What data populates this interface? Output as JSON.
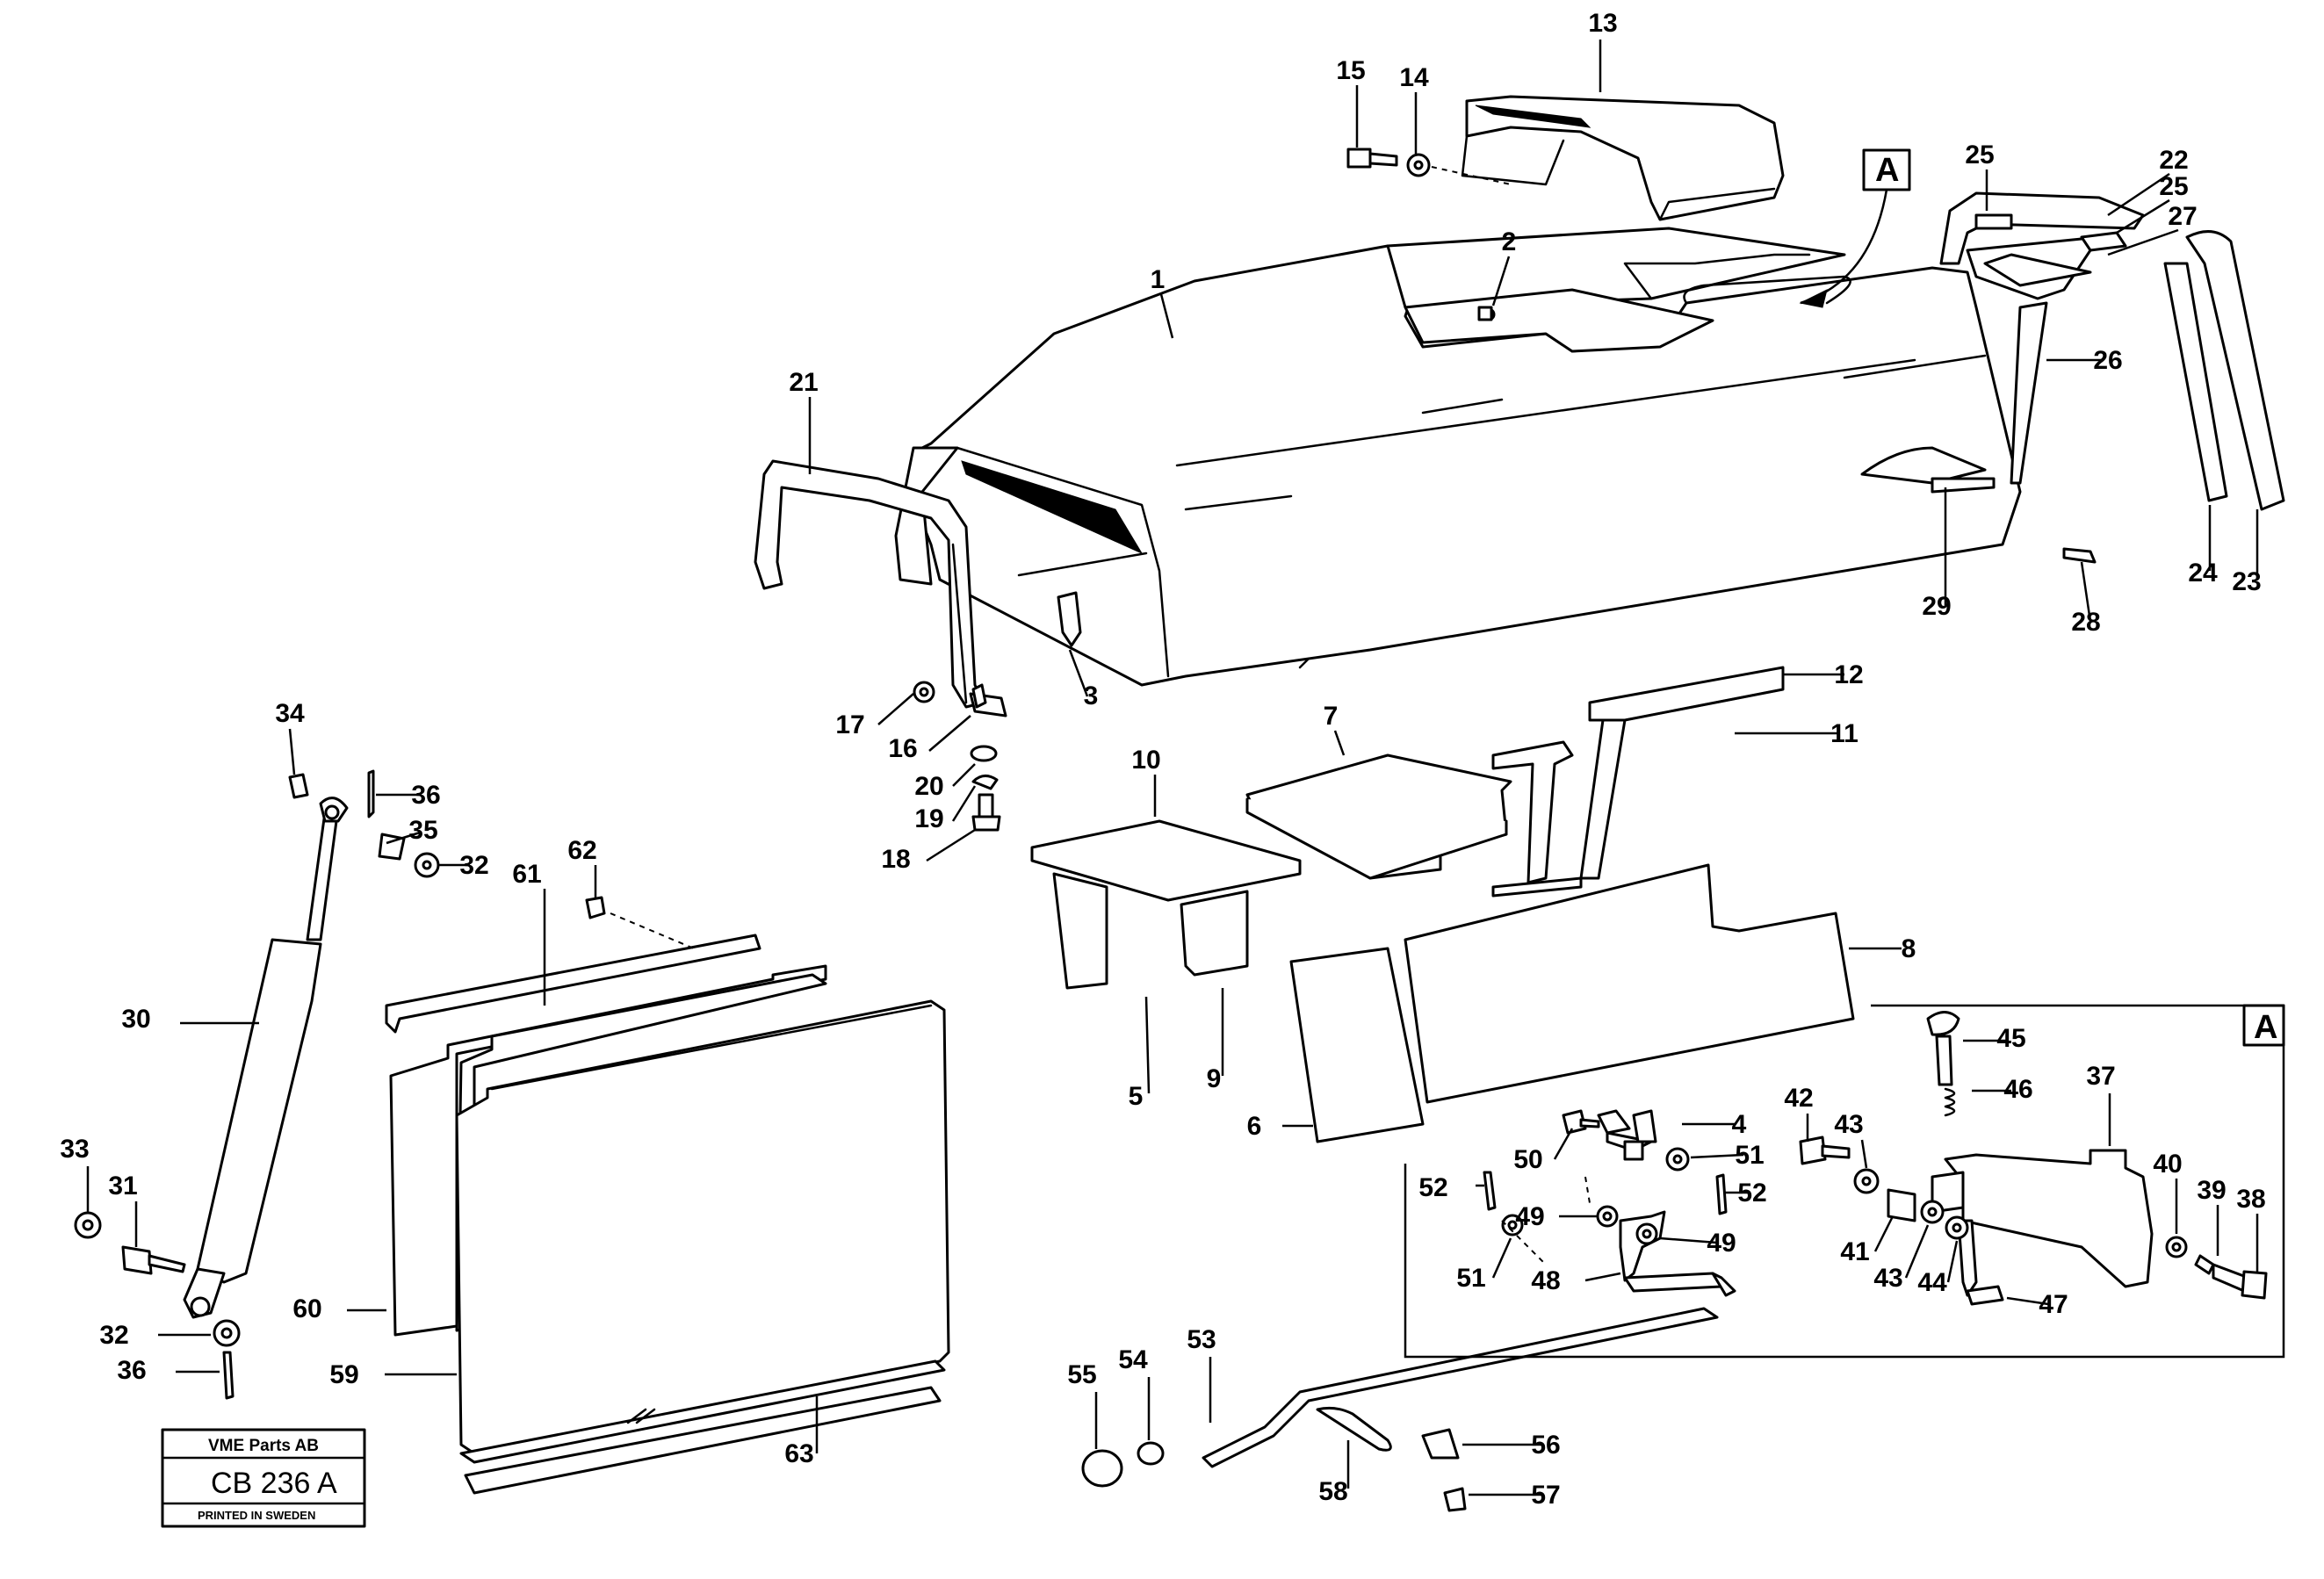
{
  "detail": {
    "marker": "A",
    "box_label": "A"
  },
  "stamp": {
    "company": "VME Parts AB",
    "code": "CB 236 A",
    "note": "PRINTED IN SWEDEN"
  },
  "callouts": [
    {
      "id": "c13",
      "label": "13"
    },
    {
      "id": "c15",
      "label": "15"
    },
    {
      "id": "c14",
      "label": "14"
    },
    {
      "id": "c25a",
      "label": "25"
    },
    {
      "id": "c22",
      "label": "22"
    },
    {
      "id": "c25b",
      "label": "25"
    },
    {
      "id": "c27",
      "label": "27"
    },
    {
      "id": "c2",
      "label": "2"
    },
    {
      "id": "c1",
      "label": "1"
    },
    {
      "id": "c26",
      "label": "26"
    },
    {
      "id": "c21",
      "label": "21"
    },
    {
      "id": "c24",
      "label": "24"
    },
    {
      "id": "c23",
      "label": "23"
    },
    {
      "id": "c29",
      "label": "29"
    },
    {
      "id": "c28",
      "label": "28"
    },
    {
      "id": "c3",
      "label": "3"
    },
    {
      "id": "c12",
      "label": "12"
    },
    {
      "id": "c34",
      "label": "34"
    },
    {
      "id": "c17",
      "label": "17"
    },
    {
      "id": "c16",
      "label": "16"
    },
    {
      "id": "c7",
      "label": "7"
    },
    {
      "id": "c11",
      "label": "11"
    },
    {
      "id": "c36a",
      "label": "36"
    },
    {
      "id": "c10",
      "label": "10"
    },
    {
      "id": "c20",
      "label": "20"
    },
    {
      "id": "c35",
      "label": "35"
    },
    {
      "id": "c19",
      "label": "19"
    },
    {
      "id": "c62",
      "label": "62"
    },
    {
      "id": "c32a",
      "label": "32"
    },
    {
      "id": "c18",
      "label": "18"
    },
    {
      "id": "c61",
      "label": "61"
    },
    {
      "id": "c8",
      "label": "8"
    },
    {
      "id": "c30",
      "label": "30"
    },
    {
      "id": "c5",
      "label": "5"
    },
    {
      "id": "c9",
      "label": "9"
    },
    {
      "id": "c45",
      "label": "45"
    },
    {
      "id": "c46",
      "label": "46"
    },
    {
      "id": "c37",
      "label": "37"
    },
    {
      "id": "c42",
      "label": "42"
    },
    {
      "id": "c43a",
      "label": "43"
    },
    {
      "id": "c6",
      "label": "6"
    },
    {
      "id": "c4",
      "label": "4"
    },
    {
      "id": "c50",
      "label": "50"
    },
    {
      "id": "c51a",
      "label": "51"
    },
    {
      "id": "c33",
      "label": "33"
    },
    {
      "id": "c31",
      "label": "31"
    },
    {
      "id": "c40",
      "label": "40"
    },
    {
      "id": "c39",
      "label": "39"
    },
    {
      "id": "c38",
      "label": "38"
    },
    {
      "id": "c52a",
      "label": "52"
    },
    {
      "id": "c52b",
      "label": "52"
    },
    {
      "id": "c49a",
      "label": "49"
    },
    {
      "id": "c49b",
      "label": "49"
    },
    {
      "id": "c41",
      "label": "41"
    },
    {
      "id": "c51b",
      "label": "51"
    },
    {
      "id": "c43b",
      "label": "43"
    },
    {
      "id": "c44",
      "label": "44"
    },
    {
      "id": "c48",
      "label": "48"
    },
    {
      "id": "c47",
      "label": "47"
    },
    {
      "id": "c60",
      "label": "60"
    },
    {
      "id": "c32b",
      "label": "32"
    },
    {
      "id": "c36b",
      "label": "36"
    },
    {
      "id": "c59",
      "label": "59"
    },
    {
      "id": "c53",
      "label": "53"
    },
    {
      "id": "c55",
      "label": "55"
    },
    {
      "id": "c54",
      "label": "54"
    },
    {
      "id": "c56",
      "label": "56"
    },
    {
      "id": "c63",
      "label": "63"
    },
    {
      "id": "c58",
      "label": "58"
    },
    {
      "id": "c57",
      "label": "57"
    }
  ]
}
